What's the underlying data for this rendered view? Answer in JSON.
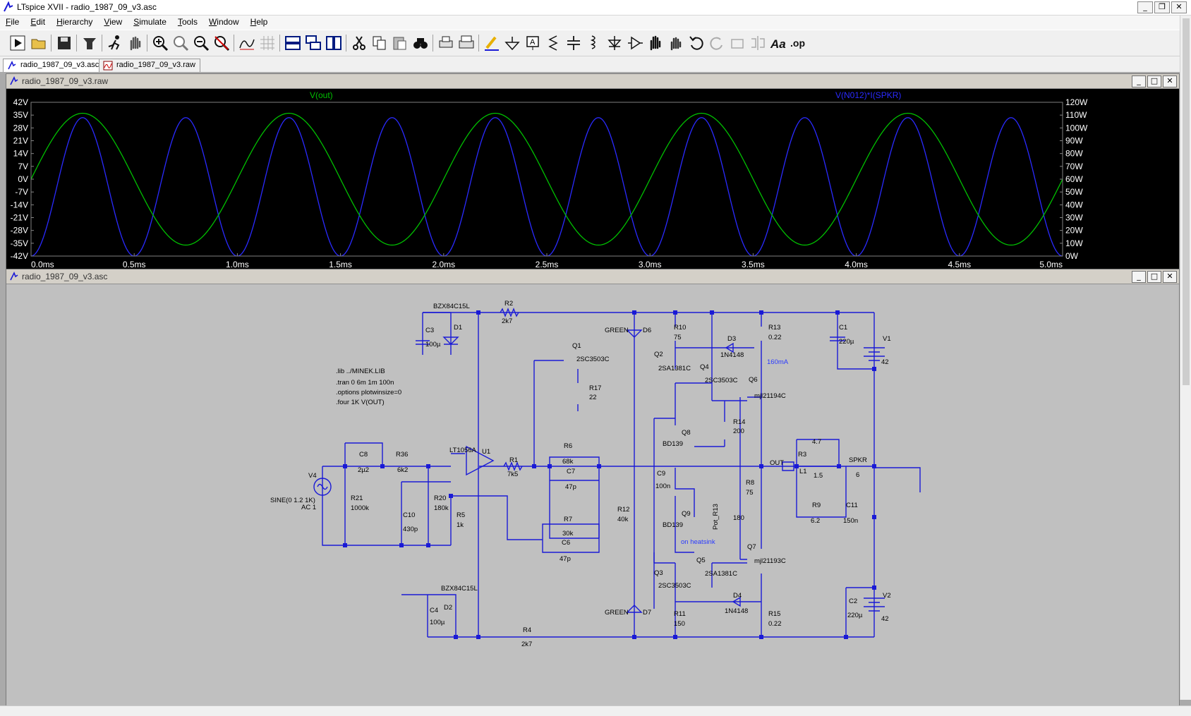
{
  "window": {
    "title": "LTspice XVII - radio_1987_09_v3.asc"
  },
  "menu": [
    {
      "label": "File",
      "key": "F",
      "rest": "ile"
    },
    {
      "label": "Edit",
      "key": "E",
      "rest": "dit"
    },
    {
      "label": "Hierarchy",
      "key": "H",
      "rest": "ierarchy"
    },
    {
      "label": "View",
      "key": "V",
      "rest": "iew"
    },
    {
      "label": "Simulate",
      "key": "S",
      "rest": "imulate"
    },
    {
      "label": "Tools",
      "key": "T",
      "rest": "ools"
    },
    {
      "label": "Window",
      "key": "W",
      "rest": "indow"
    },
    {
      "label": "Help",
      "key": "H",
      "rest": "elp"
    }
  ],
  "toolbar_icons": [
    "run-icon",
    "open-icon",
    "save-icon",
    "control-panel-icon",
    "halt-icon",
    "pan-icon",
    "zoom-in-icon",
    "zoom-full-icon",
    "zoom-out-icon",
    "zoom-cancel-icon",
    "autorange-icon",
    "grid-icon",
    "tile-horizontal-icon",
    "cascade-icon",
    "tile-vertical-icon",
    "cut-icon",
    "copy-icon",
    "paste-icon",
    "find-icon",
    "print-icon",
    "print-setup-icon",
    "draw-wire-icon",
    "ground-icon",
    "label-net-icon",
    "resistor-icon",
    "capacitor-icon",
    "inductor-icon",
    "diode-icon",
    "component-icon",
    "move-icon",
    "drag-icon",
    "undo-icon",
    "redo-icon",
    "rotate-icon",
    "mirror-icon",
    "text-icon",
    "spice-directive-icon"
  ],
  "tabs": [
    {
      "label": "radio_1987_09_v3.asc",
      "icon": "schematic-icon",
      "active": true
    },
    {
      "label": "radio_1987_09_v3.raw",
      "icon": "waveform-icon",
      "active": false
    }
  ],
  "waveform_window": {
    "title": "radio_1987_09_v3.raw",
    "controls": [
      "_",
      "□",
      "✕"
    ]
  },
  "schematic_window": {
    "title": "radio_1987_09_v3.asc",
    "controls": [
      "_",
      "□",
      "✕"
    ]
  },
  "colors": {
    "trace_vout": "#00c000",
    "trace_power": "#2a2aff",
    "plot_bg": "#000000",
    "axis_text": "#ffffff",
    "wire": "#1a1ad6",
    "schem_bg": "#c0c0c0",
    "annotation_blue": "#2a3aff"
  },
  "chart_data": {
    "type": "line",
    "series": [
      {
        "name": "V(out)",
        "axis": "left",
        "amplitude": 36,
        "freq_hz": 1000,
        "phase_note": "sine, zero at t=0 rising"
      },
      {
        "name": "V(N012)*I(SPKR)",
        "axis": "right",
        "peak": 108,
        "freq_hz": 2000,
        "min": 0
      }
    ],
    "x": {
      "min": 0,
      "max": 5.0,
      "unit": "ms",
      "ticks": [
        "0.0ms",
        "0.5ms",
        "1.0ms",
        "1.5ms",
        "2.0ms",
        "2.5ms",
        "3.0ms",
        "3.5ms",
        "4.0ms",
        "4.5ms",
        "5.0ms"
      ]
    },
    "y_left": {
      "min": -42,
      "max": 42,
      "ticks": [
        "42V",
        "35V",
        "28V",
        "21V",
        "14V",
        "7V",
        "0V",
        "-7V",
        "-14V",
        "-21V",
        "-28V",
        "-35V",
        "-42V"
      ]
    },
    "y_right": {
      "min": 0,
      "max": 120,
      "ticks": [
        "120W",
        "110W",
        "100W",
        "90W",
        "80W",
        "70W",
        "60W",
        "50W",
        "40W",
        "30W",
        "20W",
        "10W",
        "0W"
      ]
    },
    "grid": false,
    "legend": "top"
  },
  "schematic": {
    "directives": [
      ".lib ../MINEK.LIB",
      ".tran 0 6m 1m 100n",
      ".options plotwinsize=0",
      ".four 1K V(OUT)"
    ],
    "labels": {
      "bzx_top": "BZX84C15L",
      "r2": "R2",
      "r2v": "2k7",
      "c3": "C3",
      "c3v": "100µ",
      "d1": "D1",
      "q1": "Q1",
      "q1m": "2SC3503C",
      "r17": "R17",
      "r17v": "22",
      "green_top": "GREEN",
      "d6": "D6",
      "r10": "R10",
      "r10v": "75",
      "d3": "D3",
      "d3m": "1N4148",
      "r13": "R13",
      "r13v": "0.22",
      "c1": "C1",
      "c1v": "220µ",
      "v1": "V1",
      "v1v": "42",
      "q2": "Q2",
      "q2m": "2SA1381C",
      "q4": "Q4",
      "q4m": "2SC3503C",
      "i160": "160mA",
      "q6": "Q6",
      "q6m": "mjl21194C",
      "r14": "R14",
      "r14v": "200",
      "q8": "Q8",
      "q8m": "BD139",
      "c8": "C8",
      "c8v": "2µ2",
      "r36": "R36",
      "r36v": "6k2",
      "lt": "LT1056A",
      "u1": "U1",
      "r1": "R1",
      "r1v": "7k5",
      "r6": "R6",
      "r6v": "68k",
      "c7": "C7",
      "c7v": "47p",
      "out": "OUT",
      "r3": "R3",
      "r3v": "4.7",
      "l1": "L1",
      "l1v": "1.5",
      "spkr": "SPKR",
      "spkrv": "6",
      "v4": "V4",
      "sine": "SINE(0 1.2 1K)",
      "ac": "AC 1",
      "r21": "R21",
      "r21v": "1000k",
      "c10": "C10",
      "c10v": "430p",
      "r20": "R20",
      "r20v": "180k",
      "r5": "R5",
      "r5v": "1k",
      "c9": "C9",
      "c9v": "100n",
      "r12": "R12",
      "r12v": "40k",
      "pot": "Pot_R13",
      "potv": "180",
      "r8": "R8",
      "r8v": "75",
      "r9": "R9",
      "r9v": "6.2",
      "c11": "C11",
      "c11v": "150n",
      "r7": "R7",
      "r7v": "30k",
      "c6": "C6",
      "c6v": "47p",
      "q9": "Q9",
      "q9m": "BD139",
      "heatsink": "on heatsink",
      "q7": "Q7",
      "q7m": "mjl21193C",
      "q5": "Q5",
      "q5m": "2SA1381C",
      "q3": "Q3",
      "q3m": "2SC3503C",
      "bzx_bot": "BZX84C15L",
      "c4": "C4",
      "c4v": "100µ",
      "d2": "D2",
      "d4": "D4",
      "d4m": "1N4148",
      "green_bot": "GREEN",
      "d7": "D7",
      "r11": "R11",
      "r11v": "150",
      "r15": "R15",
      "r15v": "0.22",
      "c2": "C2",
      "c2v": "220µ",
      "v2": "V2",
      "v2v": "42",
      "r4": "R4",
      "r4v": "2k7"
    }
  }
}
